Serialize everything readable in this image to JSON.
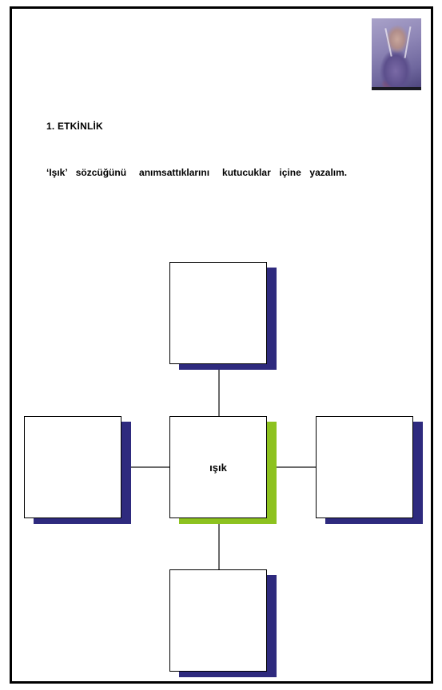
{
  "heading": "1. ETKİNLİK",
  "instruction": "‘Işık’  sözcüğünü   anımsattıklarını   kutucuklar  içine  yazalım.",
  "diagram": {
    "center_word": "ışık",
    "boxes": {
      "top": "",
      "left": "",
      "right": "",
      "bottom": ""
    }
  },
  "colors": {
    "box_shadow": "#2e2a7e",
    "center_shadow": "#8dc21f",
    "connector": "#6a6a6a"
  }
}
